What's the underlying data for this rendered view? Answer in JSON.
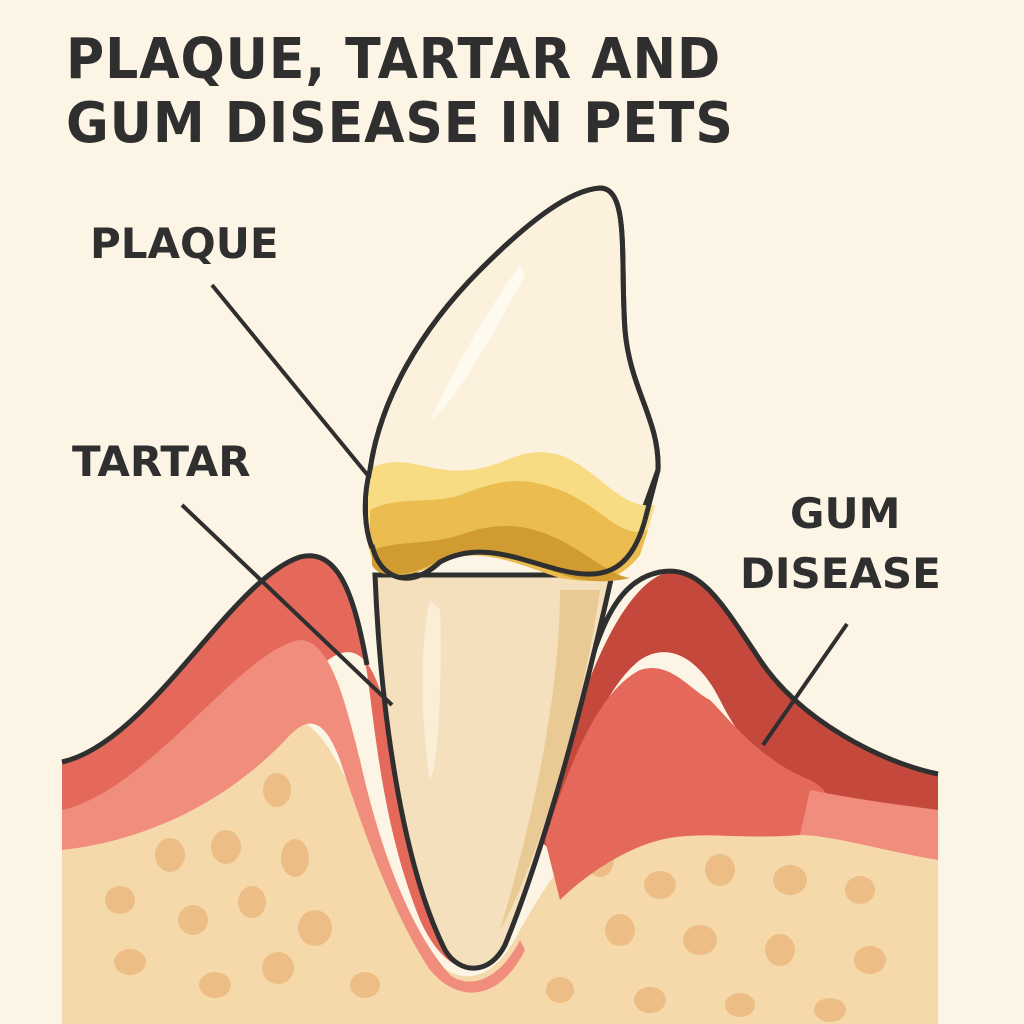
{
  "title": {
    "line1": "PLAQUE, TARTAR AND",
    "line2": "GUM DISEASE IN PETS"
  },
  "labels": {
    "plaque": "PLAQUE",
    "tartar": "TARTAR",
    "gum_disease_line1": "GUM",
    "gum_disease_line2": "DISEASE"
  },
  "colors": {
    "background": "#fcf5e5",
    "text": "#2f2f2f",
    "enamel": "#fbf1dc",
    "root": "#f4e0bc",
    "plaque_light": "#f7dc84",
    "plaque_mid": "#ebbd50",
    "plaque_dark": "#d09c32",
    "gum_healthy": "#e4695a",
    "gum_inflamed": "#c5483c",
    "bone": "#f6d9ab",
    "bone_dots": "#ecbe85"
  }
}
